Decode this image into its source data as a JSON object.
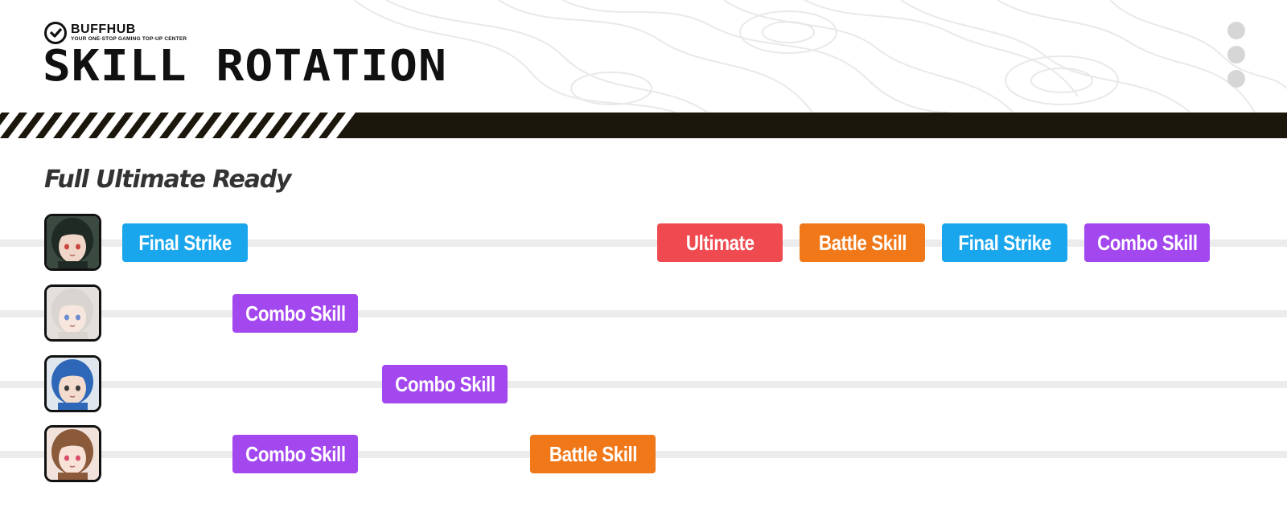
{
  "brand": {
    "name": "BUFFHUB",
    "tagline": "YOUR ONE-STOP GAMING TOP-UP CENTER"
  },
  "header": {
    "title": "SKILL ROTATION"
  },
  "section": {
    "title": "Full Ultimate Ready"
  },
  "colors": {
    "final_strike": "#1aa6ec",
    "ultimate": "#ef4a50",
    "battle_skill": "#f07818",
    "combo_skill": "#a347ee",
    "band": "#1c170c"
  },
  "rows": [
    {
      "avatar": "character-avatar-1",
      "skills": [
        {
          "label": "Final Strike",
          "type": "final_strike"
        },
        {
          "label": "Ultimate",
          "type": "ultimate"
        },
        {
          "label": "Battle Skill",
          "type": "battle_skill"
        },
        {
          "label": "Final Strike",
          "type": "final_strike"
        },
        {
          "label": "Combo Skill",
          "type": "combo_skill"
        }
      ]
    },
    {
      "avatar": "character-avatar-2",
      "skills": [
        {
          "label": "Combo Skill",
          "type": "combo_skill"
        }
      ]
    },
    {
      "avatar": "character-avatar-3",
      "skills": [
        {
          "label": "Combo Skill",
          "type": "combo_skill"
        }
      ]
    },
    {
      "avatar": "character-avatar-4",
      "skills": [
        {
          "label": "Combo Skill",
          "type": "combo_skill"
        },
        {
          "label": "Battle Skill",
          "type": "battle_skill"
        }
      ]
    }
  ]
}
